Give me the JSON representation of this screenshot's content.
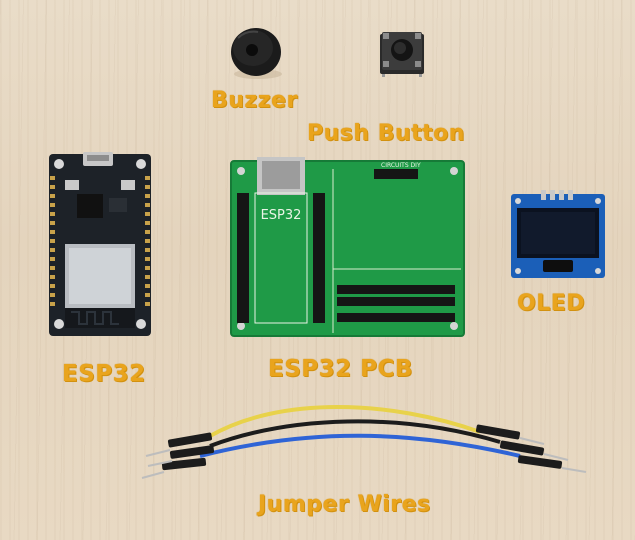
{
  "labels": {
    "buzzer": "Buzzer",
    "push_button": "Push Button",
    "oled": "OLED",
    "esp32": "ESP32",
    "esp32_pcb": "ESP32 PCB",
    "jumper_wires": "Jumper Wires"
  },
  "pcb": {
    "module_text": "ESP32",
    "brand": "CIRCUITS DIY"
  },
  "colors": {
    "label": "#e9a41d",
    "background": "#e6d7c1",
    "pcb_green": "#1f9a47",
    "esp32_board": "#1d2228",
    "oled_blue": "#1b5fb8",
    "wire_yellow": "#e8d24a",
    "wire_blue": "#2f64d6",
    "wire_black": "#1c1c1c"
  }
}
